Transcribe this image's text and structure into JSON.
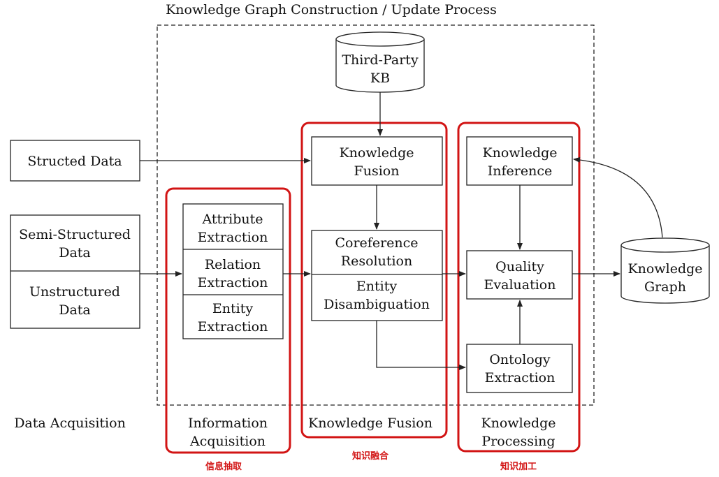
{
  "title": "Knowledge Graph Construction / Update Process",
  "sources": {
    "structured": "Structed Data",
    "semi_structured": [
      "Semi-Structured",
      "Data"
    ],
    "unstructured": [
      "Unstructured",
      "Data"
    ]
  },
  "third_party_kb": [
    "Third-Party",
    "KB"
  ],
  "knowledge_graph": [
    "Knowledge",
    "Graph"
  ],
  "information_acquisition": {
    "items": [
      [
        "Attribute",
        "Extraction"
      ],
      [
        "Relation",
        "Extraction"
      ],
      [
        "Entity",
        "Extraction"
      ]
    ],
    "caption": [
      "Information",
      "Acquisition"
    ],
    "chinese_caption": "信息抽取"
  },
  "knowledge_fusion": {
    "fusion_box": [
      "Knowledge",
      "Fusion"
    ],
    "coreference": [
      "Coreference",
      "Resolution"
    ],
    "disambiguation": [
      "Entity",
      "Disambiguation"
    ],
    "caption": "Knowledge Fusion",
    "chinese_caption": "知识融合"
  },
  "knowledge_processing": {
    "inference": [
      "Knowledge",
      "Inference"
    ],
    "quality": [
      "Quality",
      "Evaluation"
    ],
    "ontology": [
      "Ontology",
      "Extraction"
    ],
    "caption": [
      "Knowledge",
      "Processing"
    ],
    "chinese_caption": "知识加工"
  },
  "data_acquisition_caption": "Data Acquisition",
  "colors": {
    "highlight": "#d21414",
    "stroke": "#222222"
  }
}
